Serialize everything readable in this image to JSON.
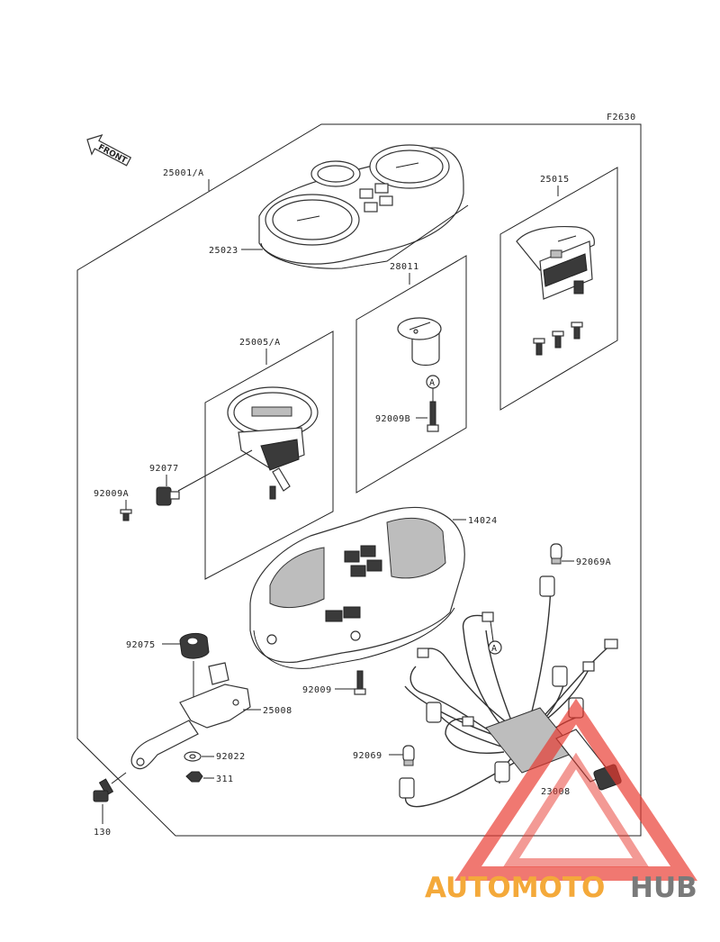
{
  "figure_code": "F2630",
  "front_label": "FRONT",
  "watermark": {
    "part1": "AUTOMOTO",
    "part2": "HUB",
    "color1": "#f4a93a",
    "color2": "#7a7a7a",
    "triangle_color": "#e8382e"
  },
  "parts": {
    "p25001a": "25001/A",
    "p25023": "25023",
    "p25015": "25015",
    "p28011": "28011",
    "p25005a": "25005/A",
    "p92009b": "92009B",
    "circleA1": "A",
    "circleA2": "A",
    "p92077": "92077",
    "p92009a": "92009A",
    "p14024": "14024",
    "p92069a": "92069A",
    "p92075": "92075",
    "p92009": "92009",
    "p25008": "25008",
    "p92022": "92022",
    "p311": "311",
    "p92069": "92069",
    "p23008": "23008",
    "p130": "130"
  }
}
